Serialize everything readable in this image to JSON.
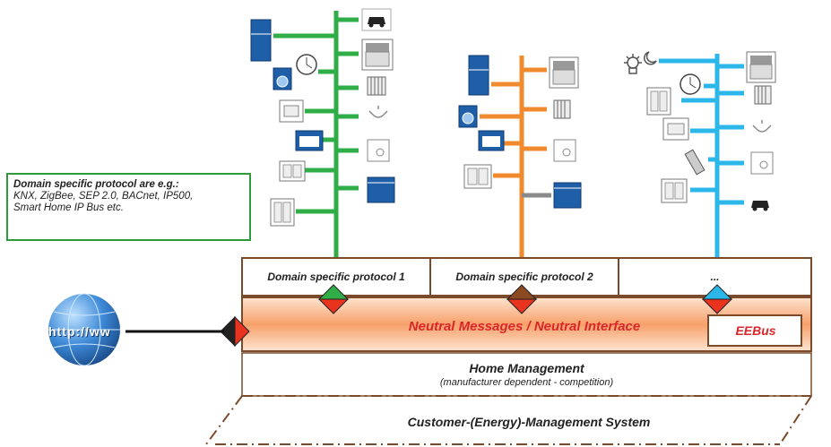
{
  "note": {
    "title": "Domain specific protocol are e.g.:",
    "body": "KNX, ZigBee, SEP 2.0, BACnet, IP500,\nSmart Home IP Bus etc."
  },
  "protocols": {
    "p1": "Domain specific protocol 1",
    "p2": "Domain specific protocol 2",
    "p3": "..."
  },
  "neutral_interface": "Neutral Messages / Neutral Interface",
  "eebus": "EEBus",
  "home_management": {
    "title": "Home Management",
    "subtitle": "(manufacturer dependent - competition)"
  },
  "cems": "Customer-(Energy)-Management System",
  "globe_text": "http://ww",
  "colors": {
    "green_bus": "#2fae48",
    "orange_bus": "#f08a2c",
    "cyan_bus": "#2cb7ea",
    "device_blue": "#1f5fa8",
    "frame_brown": "#7a4a2a",
    "accent_red": "#d9262a"
  },
  "icons": [
    "fridge-icon",
    "car-icon",
    "clock-icon",
    "washing-machine-icon",
    "shutter-icon",
    "radiator-icon",
    "oven-icon",
    "lamp-icon",
    "socket-icon",
    "switch-icon",
    "dishwasher-icon",
    "remote-icon",
    "sun-moon-icon",
    "globe-icon",
    "connector-icon"
  ]
}
